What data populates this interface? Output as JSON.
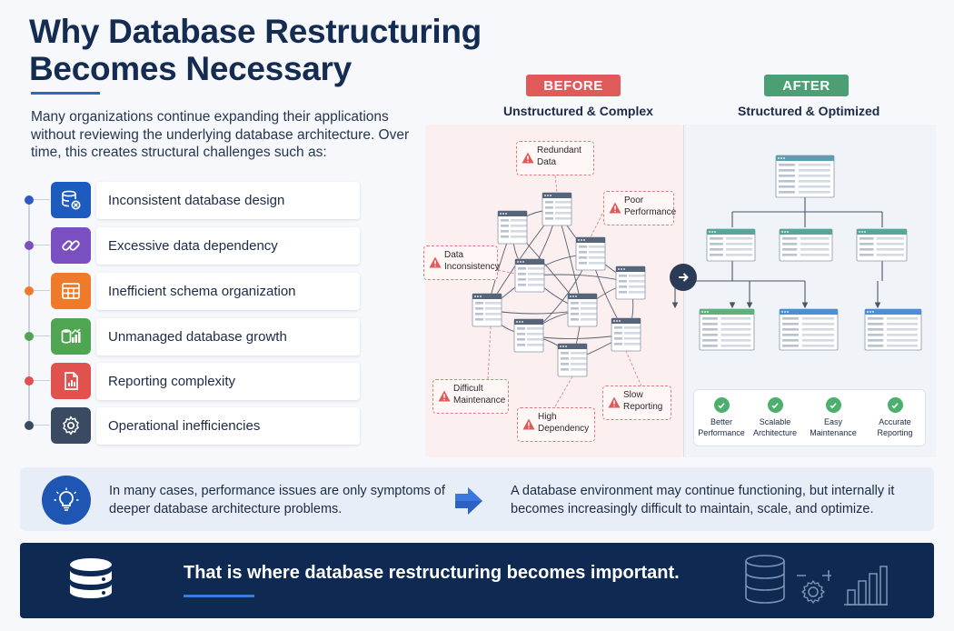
{
  "header": {
    "title_line1": "Why Database Restructuring",
    "title_line2": "Becomes Necessary",
    "intro": "Many organizations continue expanding their applications without reviewing the underlying database architecture. Over time, this creates structural challenges such as:"
  },
  "challenges": [
    {
      "label": "Inconsistent database design",
      "icon": "database-x-icon",
      "color": "#1d5bbf",
      "dot": "#2a5cc4"
    },
    {
      "label": "Excessive data dependency",
      "icon": "link-icon",
      "color": "#7a4fc2",
      "dot": "#7a4fc2"
    },
    {
      "label": "Inefficient schema organization",
      "icon": "table-grid-icon",
      "color": "#ee7a2a",
      "dot": "#ee7a2a"
    },
    {
      "label": "Unmanaged database growth",
      "icon": "growth-chart-icon",
      "color": "#4fa552",
      "dot": "#4fa552"
    },
    {
      "label": "Reporting complexity",
      "icon": "report-document-icon",
      "color": "#e0524e",
      "dot": "#e0524e"
    },
    {
      "label": "Operational inefficiencies",
      "icon": "gear-icon",
      "color": "#3a4a63",
      "dot": "#3a4a63"
    }
  ],
  "before": {
    "badge": "BEFORE",
    "subtitle": "Unstructured & Complex",
    "warnings": [
      {
        "line1": "Redundant",
        "line2": "Data"
      },
      {
        "line1": "Poor",
        "line2": "Performance"
      },
      {
        "line1": "Data",
        "line2": "Inconsistency"
      },
      {
        "line1": "Difficult",
        "line2": "Maintenance"
      },
      {
        "line1": "High",
        "line2": "Dependency"
      },
      {
        "line1": "Slow",
        "line2": "Reporting"
      }
    ]
  },
  "after": {
    "badge": "AFTER",
    "subtitle": "Structured & Optimized",
    "benefits": [
      {
        "line1": "Better",
        "line2": "Performance"
      },
      {
        "line1": "Scalable",
        "line2": "Architecture"
      },
      {
        "line1": "Easy",
        "line2": "Maintenance"
      },
      {
        "line1": "Accurate",
        "line2": "Reporting"
      }
    ]
  },
  "insight": {
    "left": "In many cases, performance issues are only symptoms of deeper database architecture problems.",
    "right": "A database environment may continue functioning, but internally it becomes increasingly difficult to maintain, scale, and optimize."
  },
  "banner": {
    "text": "That is where database restructuring becomes important."
  },
  "colors": {
    "navy": "#0f2a52",
    "before_red": "#e05a5a",
    "after_green": "#4c9f74",
    "accent_blue": "#2f67c8"
  }
}
